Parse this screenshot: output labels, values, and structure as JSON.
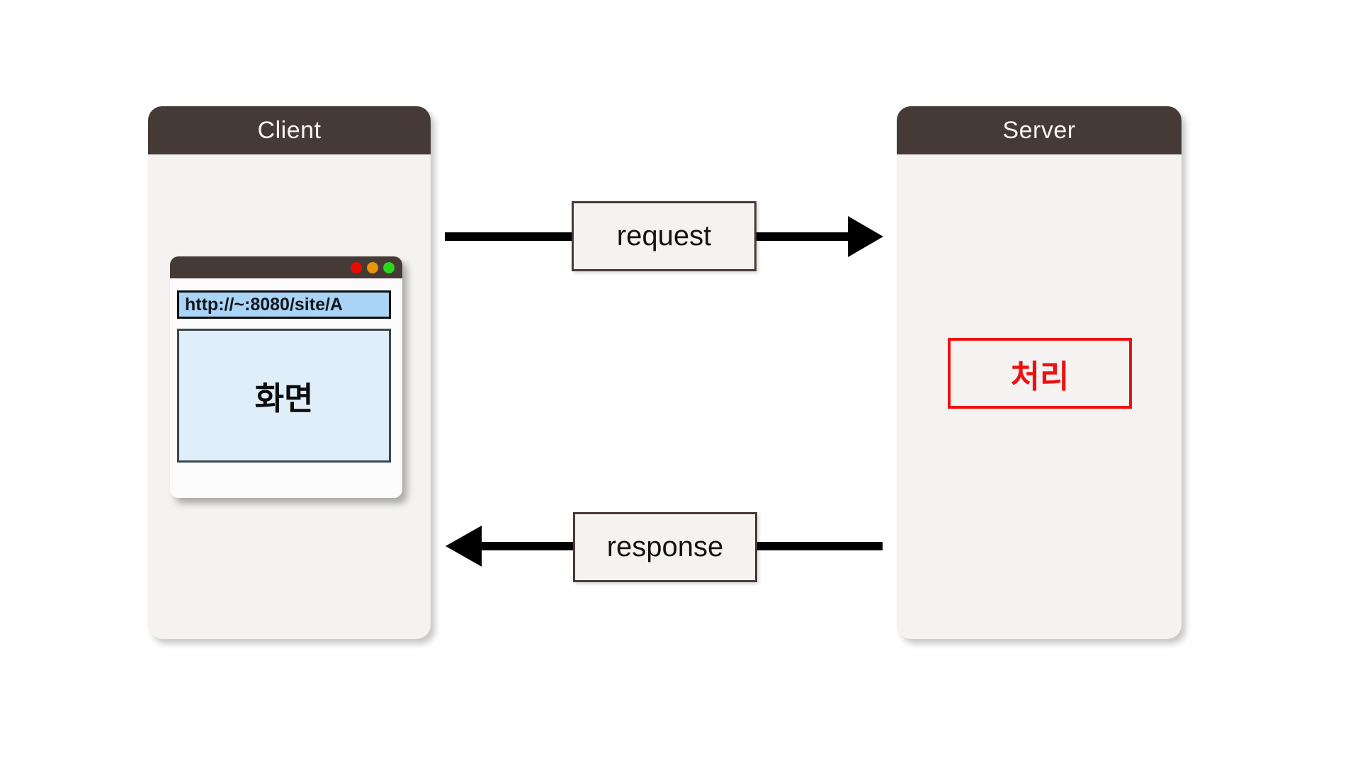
{
  "client": {
    "title": "Client",
    "browser": {
      "url": "http://~:8080/site/A",
      "screen_label": "화면",
      "traffic_lights": [
        "red",
        "orange",
        "green"
      ]
    }
  },
  "server": {
    "title": "Server",
    "process_label": "처리"
  },
  "flows": {
    "request_label": "request",
    "response_label": "response"
  },
  "colors": {
    "panel_header": "#463a36",
    "panel_body": "#f4f3f2",
    "label_border": "#493a37",
    "url_bar_bg": "#aad4f6",
    "screen_bg": "#e0eefa",
    "screen_border": "#39474f",
    "process_red": "#ee1111",
    "arrow_black": "#000000",
    "dot_red": "#e80c00",
    "dot_orange": "#e8930c",
    "dot_green": "#2ed51e"
  }
}
